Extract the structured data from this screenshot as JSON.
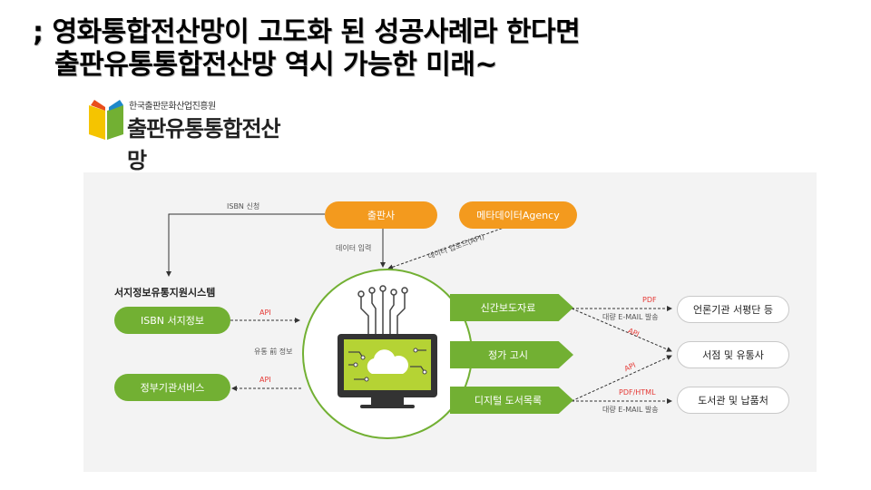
{
  "title": {
    "line1": "; 영화통합전산망이 고도화 된 성공사례라 한다면",
    "line2": "출판유통통합전산망 역시 가능한 미래~"
  },
  "logo": {
    "org": "한국출판문화산업진흥원",
    "name": "출판유통통합전산망"
  },
  "diagram": {
    "publisher": "출판사",
    "metadata_agency": "메타데이터Agency",
    "isbn_apply": "ISBN 신청",
    "data_input": "데이터 입력",
    "data_upload": "데이터 업로드(API)",
    "system_title": "서지정보유통지원시스템",
    "isbn_info": "ISBN 서지정보",
    "gov_service": "정부기관서비스",
    "api": "API",
    "pre_dist_info": "유통 前 정보",
    "new_release": "신간보도자료",
    "price_notice": "정가 고시",
    "digital_catalog": "디지털 도서목록",
    "pdf": "PDF",
    "pdf_html": "PDF/HTML",
    "email_send": "대량 E-MAIL 발송",
    "press": "언론기관 서평단 등",
    "bookstore": "서점 및 유통사",
    "library": "도서관 및 납품처"
  },
  "colors": {
    "orange": "#f39a1e",
    "green": "#72b033",
    "lime": "#b5d334",
    "red": "#e53935"
  }
}
